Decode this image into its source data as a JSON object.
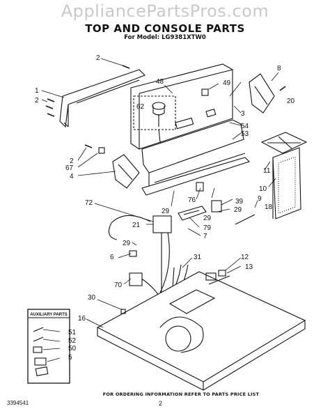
{
  "watermark": "AppliancePartsPros.com",
  "title": "TOP AND CONSOLE PARTS",
  "subtitle": "For Model: LG9381XTW0",
  "aux_box_title": "AUXILIARY PARTS",
  "footer_note": "FOR ORDERING INFORMATION REFER TO PARTS PRICE LIST",
  "page_number": "2",
  "doc_number": "3394541",
  "callouts": {
    "c1": "1",
    "c2a": "2",
    "c2b": "2",
    "c2c": "2",
    "c3": "3",
    "c4": "4",
    "c5": "5",
    "c6": "6",
    "c7": "7",
    "c8": "8",
    "c9": "9",
    "c10": "10",
    "c11": "11",
    "c12": "12",
    "c13": "13",
    "c16": "16",
    "c18": "18",
    "c20": "20",
    "c21": "21",
    "c29a": "29",
    "c29b": "29",
    "c29c": "29",
    "c29d": "29",
    "c30": "30",
    "c31": "31",
    "c39": "39",
    "c48": "48",
    "c49": "49",
    "c50": "50",
    "c51": "51",
    "c52": "52",
    "c53": "53",
    "c54": "54",
    "c62": "62",
    "c67": "67",
    "c70": "70",
    "c72": "72",
    "c76": "76",
    "c79": "79"
  }
}
